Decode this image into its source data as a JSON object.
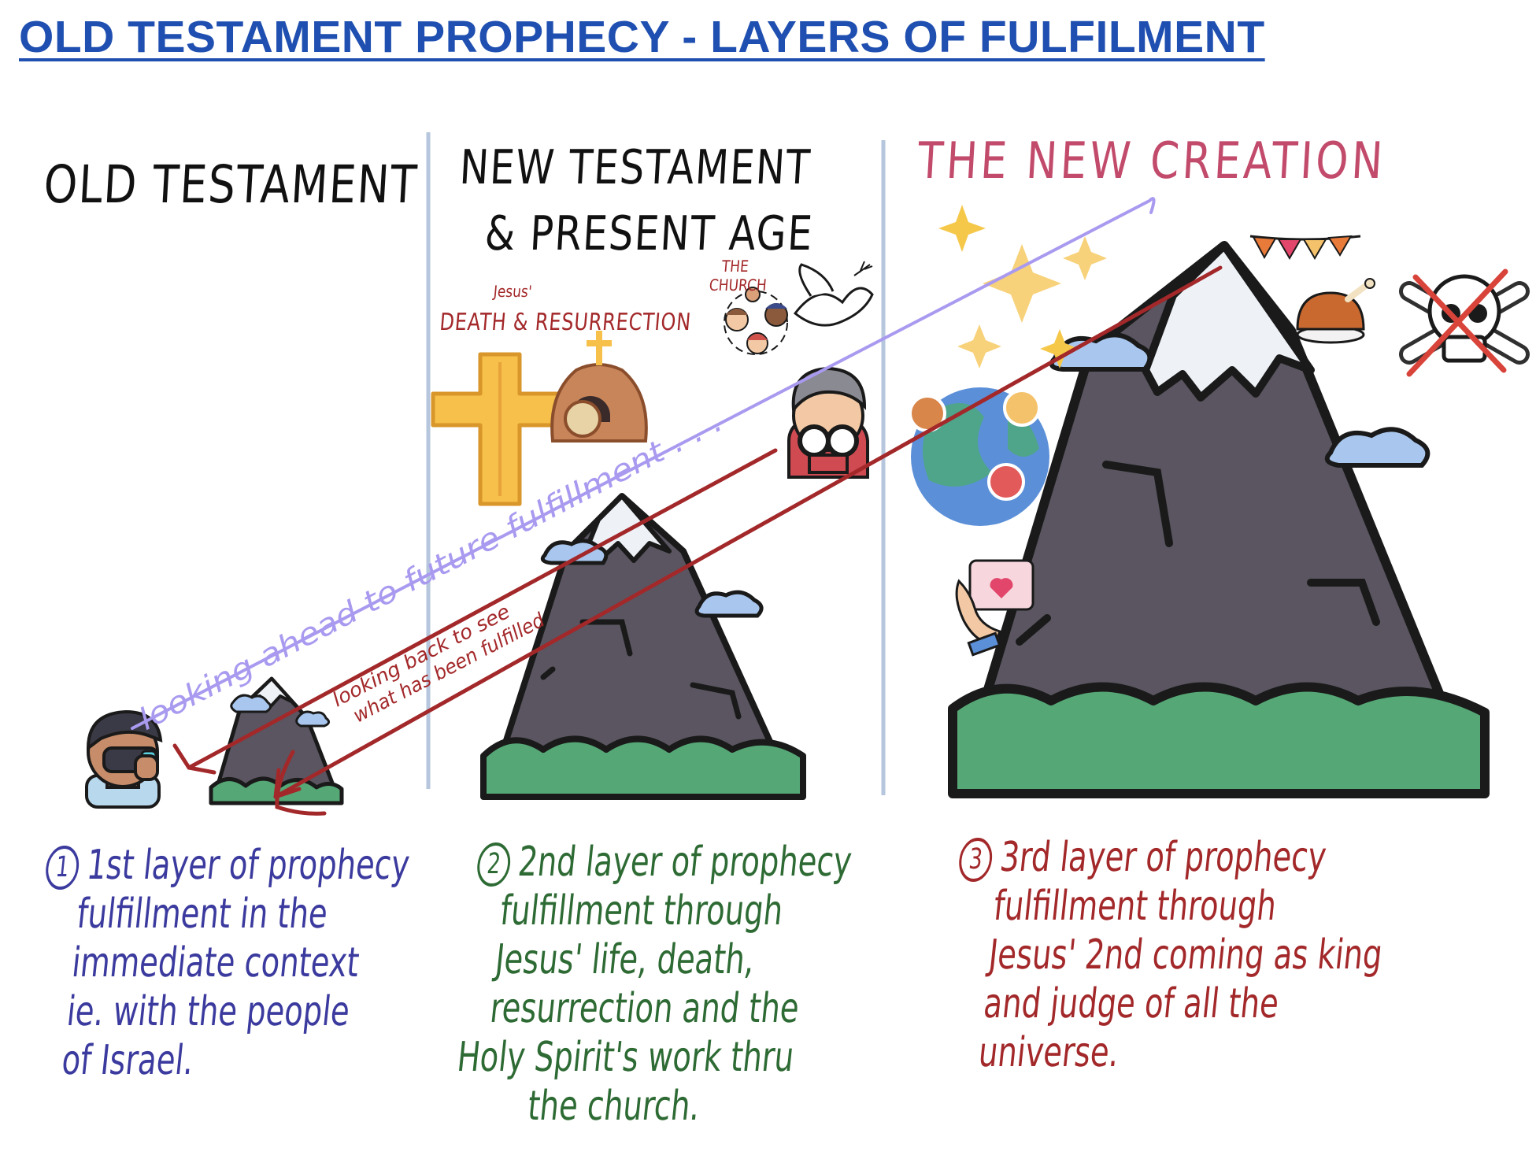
{
  "title": "OLD TESTAMENT PROPHECY - LAYERS OF FULFILMENT",
  "columns": [
    {
      "heading_lines": [
        "OLD TESTAMENT"
      ],
      "number": "1",
      "description_lines": [
        "1st layer of prophecy",
        "fulfillment in the",
        "immediate context",
        "ie. with the people",
        "of Israel."
      ]
    },
    {
      "heading_lines": [
        "NEW TESTAMENT",
        "& PRESENT AGE"
      ],
      "number": "2",
      "description_lines": [
        "2nd layer of prophecy",
        "fulfillment through",
        "Jesus' life, death,",
        "resurrection and the",
        "Holy Spirit's work thru",
        "the church."
      ]
    },
    {
      "heading_lines": [
        "THE NEW CREATION"
      ],
      "number": "3",
      "description_lines": [
        "3rd layer of prophecy",
        "fulfillment through",
        "Jesus' 2nd coming as king",
        "and judge of all the",
        "universe."
      ]
    }
  ],
  "annotations": {
    "jesus": "Jesus'",
    "death_resurrection": "DEATH & RESURRECTION",
    "the_church_lines": [
      "THE",
      "CHURCH"
    ],
    "looking_ahead": "looking ahead to future fulfillment . . .",
    "looking_back_lines": [
      "looking back to see",
      "what has been fulfilled"
    ]
  },
  "colors": {
    "title": "#1f4fb0",
    "column_1": "#3b3a9e",
    "column_2": "#2e6b34",
    "column_3": "#a3282a",
    "new_creation_heading": "#c24a6b",
    "looking_ahead_arrow": "#a99af0",
    "looking_back_arrow": "#a3282a",
    "divider": "#b6c6dc",
    "mountain_rock": "#5a5560",
    "mountain_snow": "#eef2f7",
    "mountain_grass": "#55a776",
    "cloud": "#a9c7ee",
    "sparkle": "#f5c84a"
  },
  "icons": [
    "vr-headset-person-icon",
    "cross-icon",
    "empty-tomb-icon",
    "dove-icon",
    "people-group-icon",
    "person-with-binoculars-icon",
    "globe-icon",
    "hand-heart-card-icon",
    "feast-roast-icon",
    "bunting-flags-icon",
    "skull-crossbones-crossed-icon",
    "sparkle-icon"
  ]
}
